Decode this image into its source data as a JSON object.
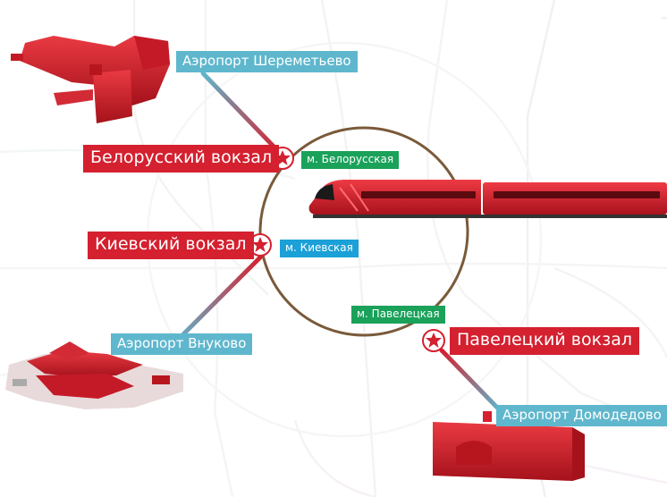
{
  "airports": {
    "sheremetyevo": "Аэропорт Шереметьево",
    "vnukovo": "Аэропорт Внуково",
    "domodedovo": "Аэропорт Домодедово"
  },
  "stations": {
    "belorussky": "Белорусский вокзал",
    "kievsky": "Киевский вокзал",
    "paveletsky": "Павелецкий вокзал"
  },
  "metro": {
    "belorusskaya": "м. Белорусская",
    "kievskaya": "м. Киевская",
    "paveletskaya": "м. Павелецкая"
  },
  "colors": {
    "aeroexpress_red": "#d4202f",
    "airport_blue": "#5fb7cd",
    "metro_green": "#1aa15a",
    "metro_blue": "#1ba0d8",
    "ring_brown": "#7a5a3a"
  },
  "icons": [
    "aeroexpress-star-icon",
    "train-icon",
    "terminal-building-icon"
  ]
}
